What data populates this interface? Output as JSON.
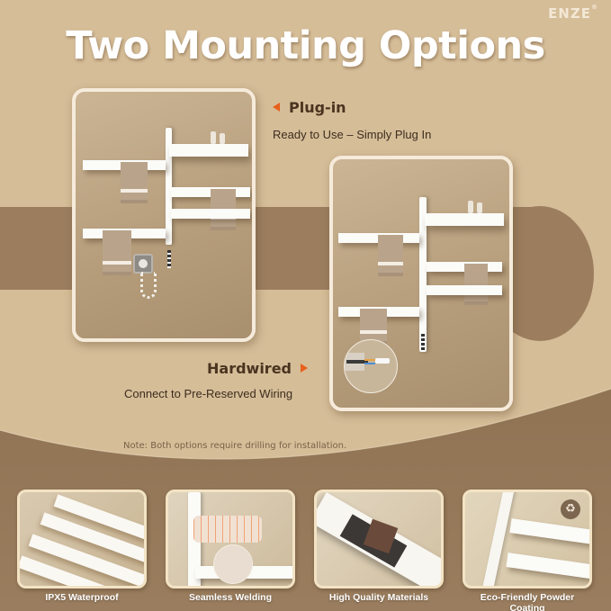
{
  "brand": {
    "name": "ENZE",
    "mark": "®"
  },
  "title": "Two Mounting Options",
  "options": [
    {
      "id": "plug-in",
      "heading": "Plug-in",
      "arrow": "left",
      "description": "Ready to Use – Simply Plug In"
    },
    {
      "id": "hardwired",
      "heading": "Hardwired",
      "arrow": "right",
      "description": "Connect to Pre-Reserved Wiring"
    }
  ],
  "note": "Note: Both options require drilling for installation.",
  "features": [
    {
      "label": "IPX5 Waterproof"
    },
    {
      "label": "Seamless Welding"
    },
    {
      "label": "High Quality Materials"
    },
    {
      "label": "Eco-Friendly Powder Coating",
      "icon": "recycle-icon"
    }
  ],
  "colors": {
    "background": "#d5bd98",
    "band": "#9c7e5f",
    "accent_arrow": "#e8601c",
    "heading_text": "#4a3420",
    "card_border": "#f6ebdb"
  }
}
